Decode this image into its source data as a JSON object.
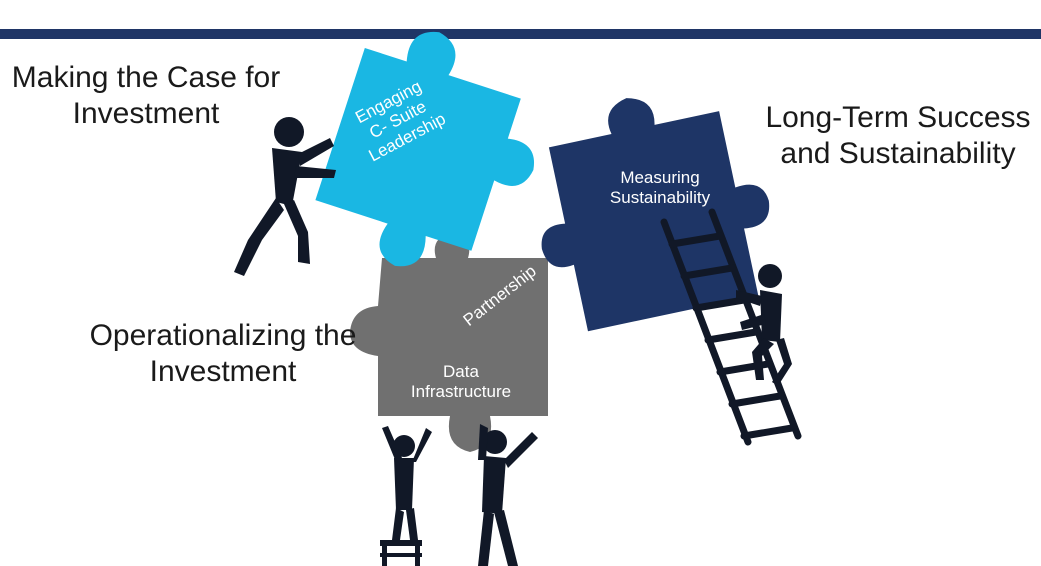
{
  "colors": {
    "bar": "#1f3566",
    "cyan": "#1ab7e3",
    "navy": "#1e3566",
    "gray": "#707070",
    "figure": "#111827",
    "text": "#1a1a1a"
  },
  "labels": {
    "left_top": [
      "Making the Case for",
      "Investment"
    ],
    "right_top": [
      "Long-Term Success",
      "and Sustainability"
    ],
    "left_mid": [
      "Operationalizing the",
      "Investment"
    ]
  },
  "pieces": {
    "cyan": [
      "Engaging",
      "C- Suite",
      "Leadership"
    ],
    "navy": [
      "Measuring",
      "Sustainability"
    ],
    "gray_diagonal": "Partnership",
    "gray_center": [
      "Data",
      "Infrastructure"
    ]
  },
  "icons": [
    "person-pushing-icon",
    "person-climbing-ladder-icon",
    "ladder-icon",
    "people-lifting-icon"
  ]
}
